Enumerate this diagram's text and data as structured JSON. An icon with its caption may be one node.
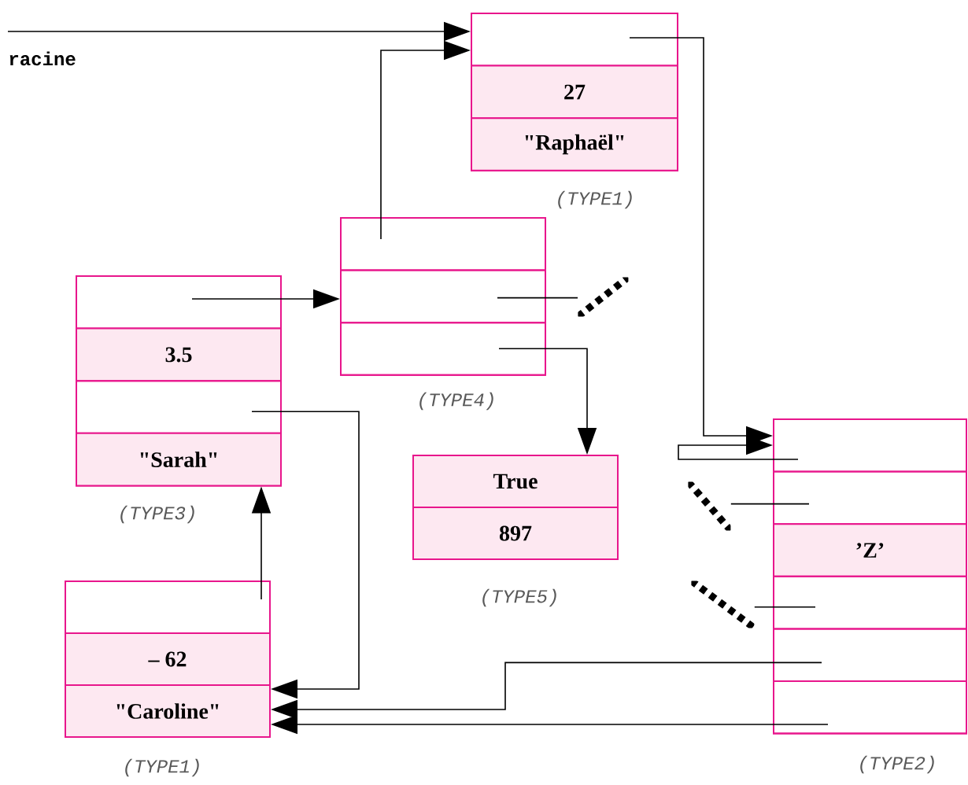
{
  "diagram": {
    "nodes": [
      {
        "text": [
          "racine"
        ]
      },
      {
        "text": [],
        "shape": "box",
        "beside": [
          "(TYPE1)"
        ]
      },
      {
        "text": [],
        "shape": "box",
        "in": 1
      },
      {
        "text": [
          "27"
        ],
        "in": 1
      },
      {
        "text": [
          "\"Raphaël\""
        ],
        "in": 1
      },
      {
        "text": [],
        "shape": "box",
        "beside": [
          "(TYPE4)"
        ]
      },
      {
        "text": [],
        "shape": "box",
        "in": 5
      },
      {
        "text": [],
        "shape": "box",
        "in": 5
      },
      {
        "text": [],
        "shape": "box",
        "in": 5
      },
      {
        "text": [],
        "shape": "box",
        "beside": [
          "(TYPE3)"
        ]
      },
      {
        "text": [],
        "shape": "box",
        "in": 9
      },
      {
        "text": [
          "3.5"
        ],
        "in": 9
      },
      {
        "text": [],
        "shape": "box",
        "in": 9
      },
      {
        "text": [
          "\"Sarah\""
        ],
        "in": 9
      },
      {
        "text": [],
        "shape": "box",
        "beside": [
          "(TYPE5)"
        ]
      },
      {
        "text": [
          "True"
        ],
        "in": 14
      },
      {
        "text": [
          "897"
        ],
        "in": 14
      },
      {
        "text": [],
        "shape": "box",
        "beside": [
          "(TYPE1)"
        ]
      },
      {
        "text": [],
        "shape": "box",
        "in": 17
      },
      {
        "text": [
          "– 62"
        ],
        "in": 17
      },
      {
        "text": [
          "\"Caroline\""
        ],
        "in": 17
      },
      {
        "text": [],
        "shape": "box",
        "beside": [
          "(TYPE2)"
        ]
      },
      {
        "text": [],
        "shape": "box",
        "in": 21
      },
      {
        "text": [],
        "shape": "box",
        "in": 21
      },
      {
        "text": [
          "’Z’"
        ],
        "in": 21
      },
      {
        "text": [],
        "shape": "box",
        "in": 21
      },
      {
        "text": [],
        "shape": "box",
        "in": 21
      },
      {
        "text": [],
        "shape": "box",
        "in": 21
      },
      {
        "text": [],
        "shape": "hatch"
      },
      {
        "text": [],
        "shape": "hatch"
      },
      {
        "text": [],
        "shape": "hatch"
      }
    ],
    "edges": [
      {
        "from": 0,
        "to": 1,
        "arrow": "to"
      },
      {
        "from": 2,
        "to": 21,
        "arrow": "to"
      },
      {
        "from": 6,
        "to": 1,
        "arrow": "to"
      },
      {
        "from": 10,
        "to": 5,
        "arrow": "to"
      },
      {
        "from": 7,
        "to": 28,
        "arrow": "none"
      },
      {
        "from": 8,
        "to": 14,
        "arrow": "to"
      },
      {
        "from": 12,
        "to": 17,
        "arrow": "to"
      },
      {
        "from": 18,
        "to": 9,
        "arrow": "to"
      },
      {
        "from": 22,
        "to": 21,
        "arrow": "to"
      },
      {
        "from": 23,
        "to": 29,
        "arrow": "none"
      },
      {
        "from": 25,
        "to": 30,
        "arrow": "none"
      },
      {
        "from": 26,
        "to": 17,
        "arrow": "to"
      },
      {
        "from": 27,
        "to": 17,
        "arrow": "to"
      }
    ]
  }
}
